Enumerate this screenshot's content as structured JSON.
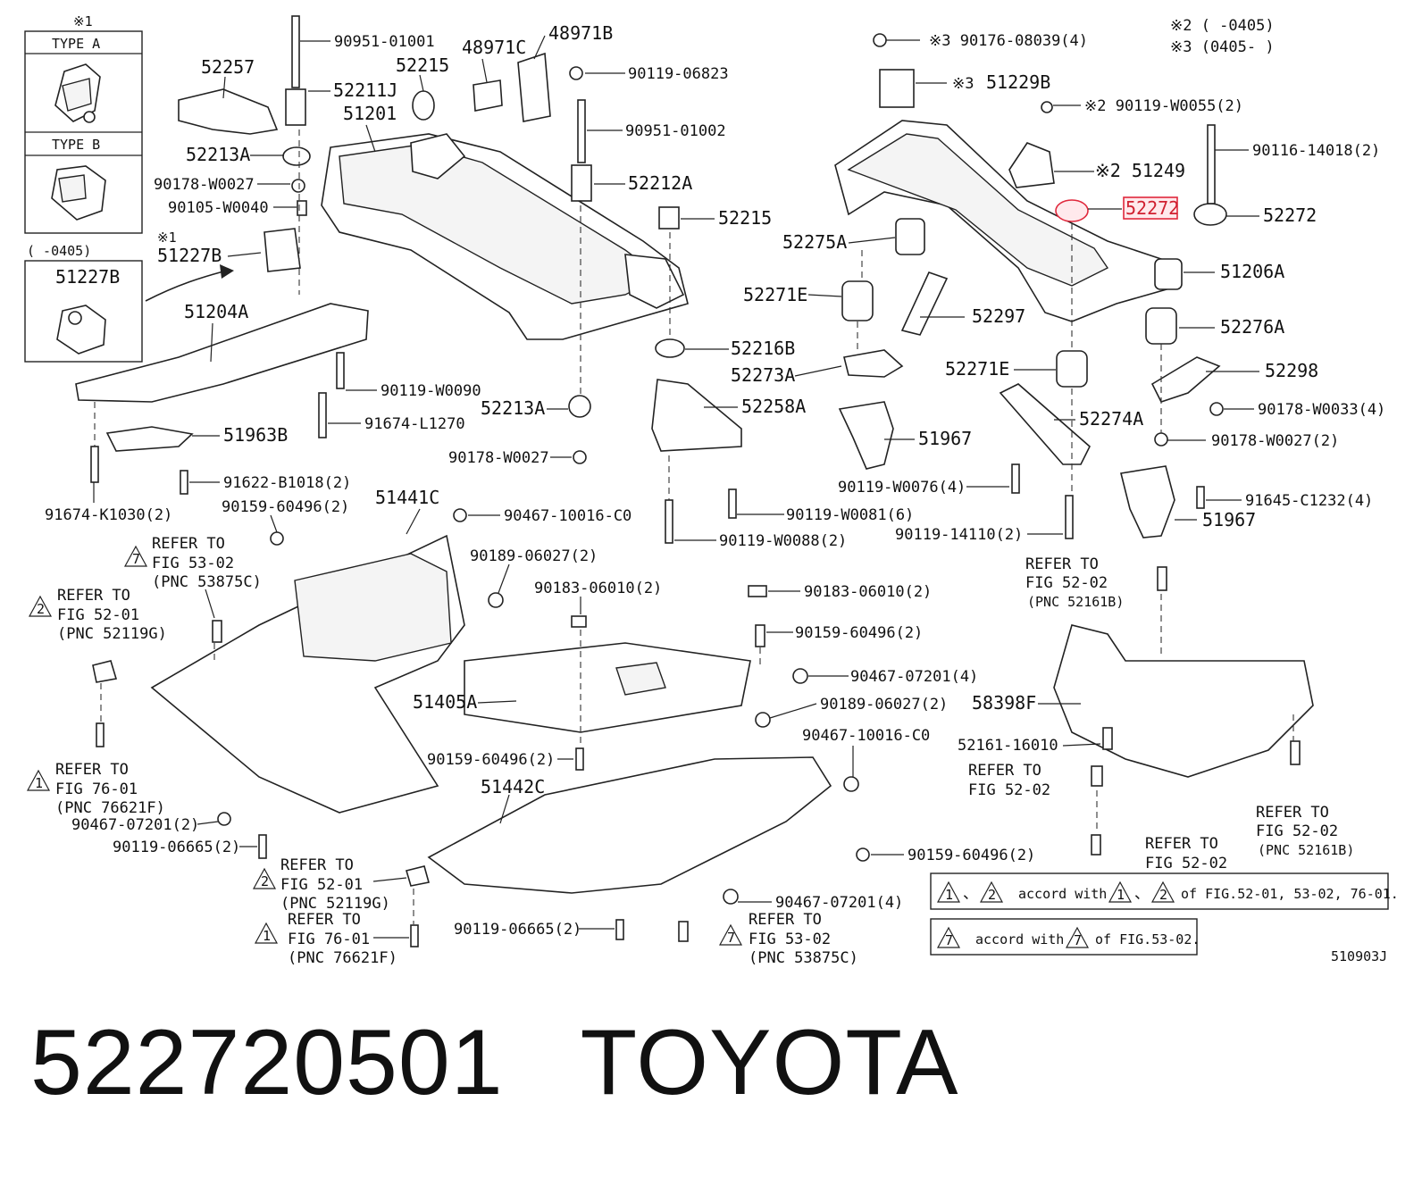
{
  "figure": {
    "figure_code": "510903J",
    "notes": {
      "n1_mark": "※1",
      "n2_range": "※2 (      -0405)",
      "n3_range": "※3 (0405-      )"
    },
    "type_boxes": {
      "type_a": "TYPE A",
      "type_b": "TYPE B",
      "range": "(      -0405)",
      "inset_part": "51227B"
    },
    "parts": {
      "p1": "90951-01001",
      "p2": "48971C",
      "p3": "48971B",
      "p4": "52257",
      "p5": "52215",
      "p6": "52211J",
      "p7": "51201",
      "p8": "90119-06823",
      "p9": "90951-01002",
      "p10": "52213A",
      "p11": "90178-W0027",
      "p12": "90105-W0040",
      "p13": "52212A",
      "p14": "52215",
      "p15": "51227B",
      "p16": "51204A",
      "p17": "90119-W0090",
      "p18": "91674-L1270",
      "p19": "51963B",
      "p20": "52213A",
      "p21": "90178-W0027",
      "p22": "91622-B1018(2)",
      "p23": "91674-K1030(2)",
      "p24": "90159-60496(2)",
      "p25": "51441C",
      "p26": "90467-10016-C0",
      "p27": "90189-06027(2)",
      "p28": "52216B",
      "p29": "52273A",
      "p30": "52258A",
      "p31": "90119-W0081(6)",
      "p32": "90119-W0088(2)",
      "p33": "90183-06010(2)",
      "p34": "90183-06010(2)",
      "p35": "90159-60496(2)",
      "p36": "90467-07201(4)",
      "p37": "90189-06027(2)",
      "p38": "51405A",
      "p39": "90159-60496(2)",
      "p40": "90467-10016-C0",
      "p41": "51442C",
      "p42": "90159-60496(2)",
      "p43": "90467-07201(4)",
      "p44": "90119-06665(2)",
      "p45": "90467-07201(2)",
      "p46": "90119-06665(2)",
      "p47": "※3 90176-08039(4)",
      "p48": "※3",
      "p49": "51229B",
      "p50": "※2 90119-W0055(2)",
      "p51": "90116-14018(2)",
      "p52": "※2 51249",
      "p53": "52272",
      "p54": "52272",
      "p55": "52275A",
      "p56": "51206A",
      "p57": "52271E",
      "p58": "52297",
      "p59": "52276A",
      "p60": "52271E",
      "p61": "52298",
      "p62": "90178-W0033(4)",
      "p63": "52274A",
      "p64": "90178-W0027(2)",
      "p65": "51967",
      "p66": "90119-W0076(4)",
      "p67": "51967",
      "p68": "91645-C1232(4)",
      "p69": "90119-14110(2)",
      "p70": "58398F",
      "p71": "52161-16010"
    },
    "refs": {
      "r1": {
        "line1": "REFER TO",
        "line2": "FIG 53-02",
        "line3": "(PNC 53875C)",
        "mark": "7"
      },
      "r2": {
        "line1": "REFER TO",
        "line2": "FIG 52-01",
        "line3": "(PNC 52119G)",
        "mark": "2"
      },
      "r3": {
        "line1": "REFER TO",
        "line2": "FIG 76-01",
        "line3": "(PNC 76621F)",
        "mark": "1"
      },
      "r4": {
        "line1": "REFER TO",
        "line2": "FIG 52-01",
        "line3": "(PNC 52119G)",
        "mark": "2"
      },
      "r5": {
        "line1": "REFER TO",
        "line2": "FIG 76-01",
        "line3": "(PNC 76621F)",
        "mark": "1"
      },
      "r6": {
        "line1": "REFER TO",
        "line2": "FIG 53-02",
        "line3": "(PNC 53875C)",
        "mark": "7"
      },
      "r7": {
        "line1": "REFER TO",
        "line2": "FIG 52-02",
        "line3": "(PNC 52161B)"
      },
      "r8": {
        "line1": "REFER TO",
        "line2": "FIG 52-02"
      },
      "r9": {
        "line1": "REFER TO",
        "line2": "FIG 52-02"
      },
      "r10": {
        "line1": "REFER TO",
        "line2": "FIG 52-02",
        "line3": "(PNC 52161B)"
      }
    },
    "legend": {
      "mark1": "1",
      "mark2": "2",
      "mark7": "7",
      "sep": "、",
      "row1_text": "accord with",
      "row1_tail": "of FIG.52-01, 53-02, 76-01.",
      "row2_text": "accord with",
      "row2_tail": "of FIG.53-02."
    }
  },
  "caption": {
    "part_number": "522720501",
    "brand": "TOYOTA"
  }
}
